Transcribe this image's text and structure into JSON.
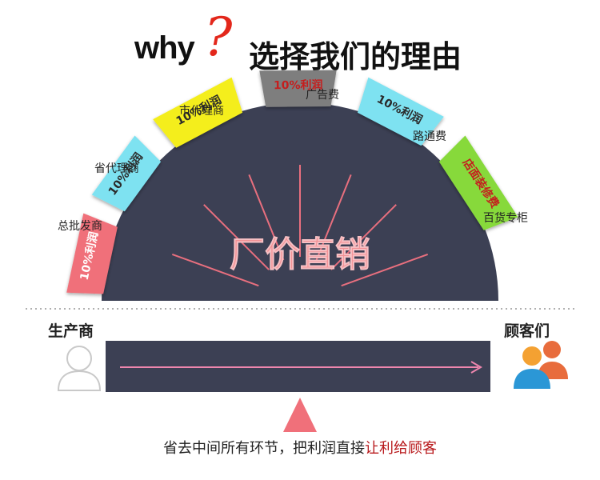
{
  "title": {
    "prefix": "why",
    "mark": "?",
    "text": "选择我们的理由"
  },
  "center_text": "厂价直销",
  "segments": [
    {
      "label": "总批发商",
      "badge": "10%利润",
      "color": "#f0707a",
      "text_color": "#ffffff"
    },
    {
      "label": "省代理商",
      "badge": "10%利润",
      "color": "#7ee2f1",
      "text_color": "#2a2a2a"
    },
    {
      "label": "市代理商",
      "badge": "10%利润",
      "color": "#f4ee1a",
      "text_color": "#2a2a2a"
    },
    {
      "label": "广告费",
      "badge": "10%利润",
      "color": "#7e7e7e",
      "text_color": "#c41e1e"
    },
    {
      "label": "路通费",
      "badge": "10%利润",
      "color": "#7ee2f1",
      "text_color": "#2a2a2a"
    },
    {
      "label": "百货专柜",
      "badge": "店面装修费",
      "color": "#87d93a",
      "text_color": "#c41e1e"
    }
  ],
  "producer_label": "生产商",
  "customer_label": "顾客们",
  "summary": {
    "text": "省去中间所有环节，把利润直接",
    "highlight": "让利给顾客"
  },
  "colors": {
    "dark": "#3c4054",
    "pink": "#f0707a",
    "arrow": "#ee86ae",
    "accent_red": "#e3271b"
  }
}
